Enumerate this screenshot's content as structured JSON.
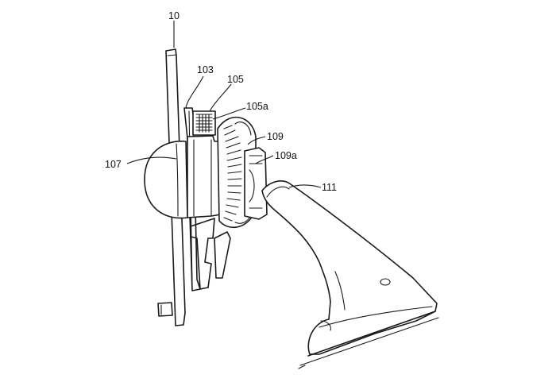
{
  "figure": {
    "labels": [
      {
        "id": "10",
        "text": "10"
      },
      {
        "id": "103",
        "text": "103"
      },
      {
        "id": "105",
        "text": "105"
      },
      {
        "id": "105a",
        "text": "105a"
      },
      {
        "id": "107",
        "text": "107"
      },
      {
        "id": "109",
        "text": "109"
      },
      {
        "id": "109a",
        "text": "109a"
      },
      {
        "id": "111",
        "text": "111"
      }
    ]
  }
}
